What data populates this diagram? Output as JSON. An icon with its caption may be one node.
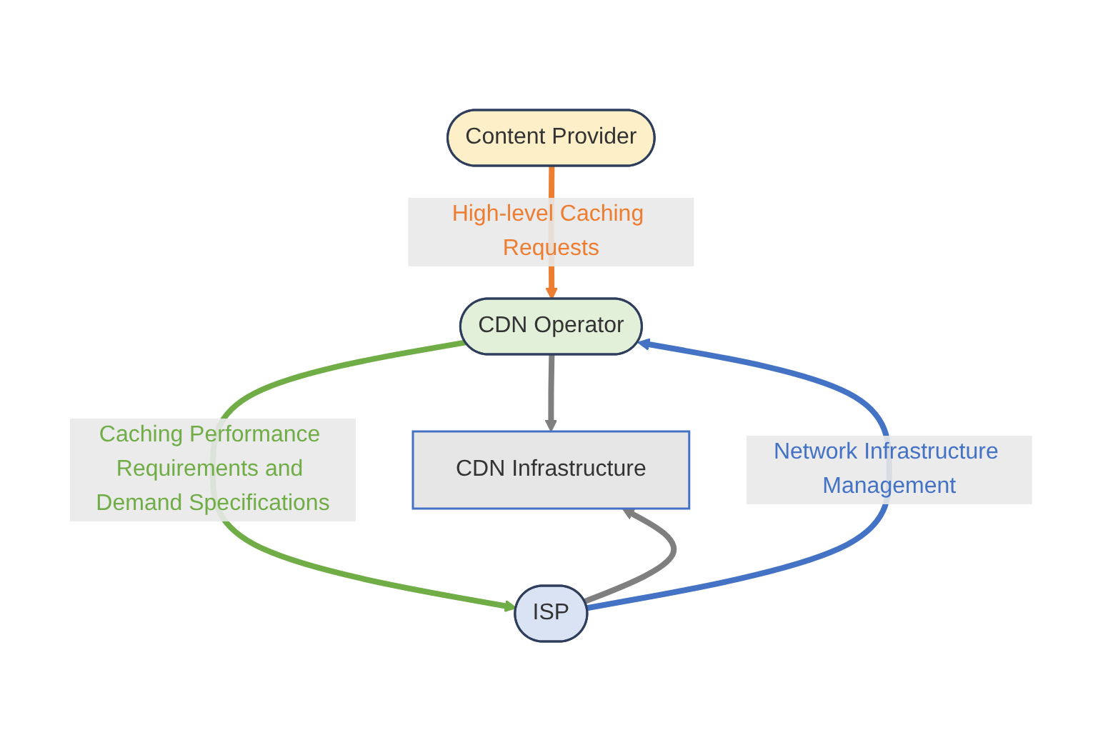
{
  "diagram": {
    "nodes": [
      {
        "text": [
          "Content Provider"
        ]
      },
      {
        "text": [
          "CDN Operator"
        ]
      },
      {
        "text": [
          "CDN Infrastructure"
        ]
      },
      {
        "text": [
          "ISP"
        ]
      }
    ],
    "edges": [
      {
        "from": 0,
        "to": 1,
        "arrow": "to",
        "label": "High-level Caching Requests",
        "color": "#ed7d31"
      },
      {
        "from": 1,
        "to": 2,
        "arrow": "to",
        "color": "#7f7f7f"
      },
      {
        "from": 3,
        "to": 2,
        "arrow": "to",
        "color": "#7f7f7f"
      },
      {
        "from": 1,
        "to": 3,
        "arrow": "to",
        "label": "Caching Performance Requirements and Demand Specifications",
        "color": "#70ad47"
      },
      {
        "from": 3,
        "to": 1,
        "arrow": "to",
        "label": "Network Infrastructure Management",
        "color": "#4472c4"
      }
    ]
  }
}
